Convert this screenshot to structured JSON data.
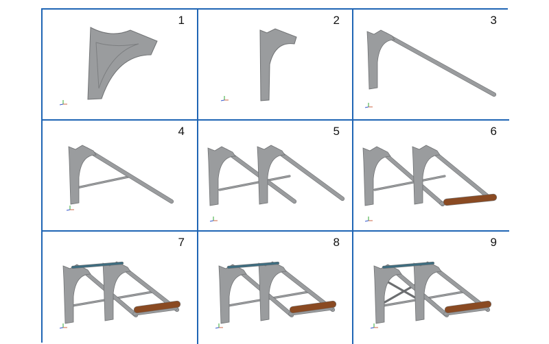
{
  "steps": [
    {
      "label": "1"
    },
    {
      "label": "2"
    },
    {
      "label": "3"
    },
    {
      "label": "4"
    },
    {
      "label": "5"
    },
    {
      "label": "6"
    },
    {
      "label": "7"
    },
    {
      "label": "8"
    },
    {
      "label": "9"
    }
  ],
  "colors": {
    "border": "#1e64b4",
    "steel": "#9a9c9e",
    "roller": "#8a4a22",
    "topbar": "#3e6d80"
  }
}
